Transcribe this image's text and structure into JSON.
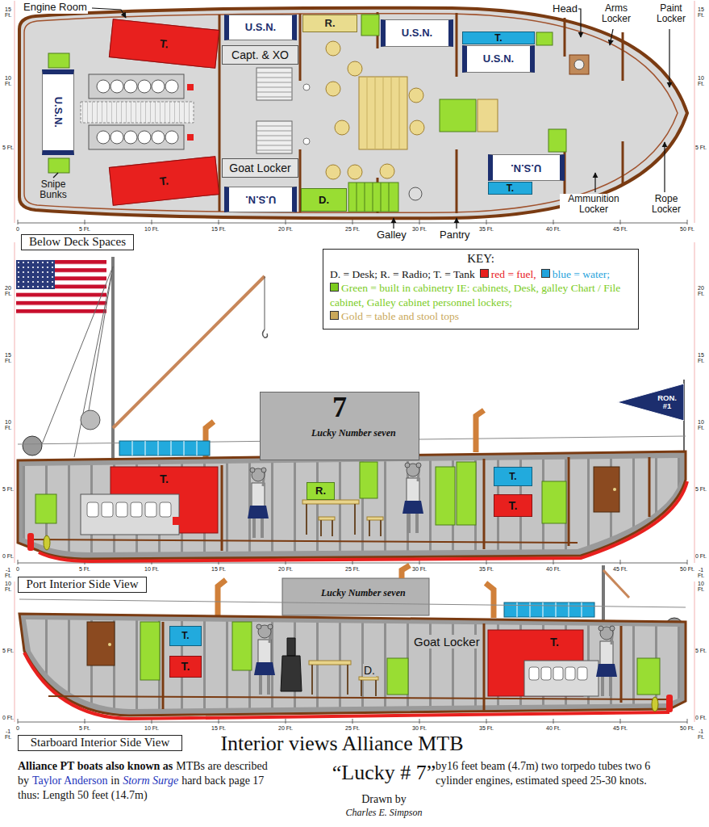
{
  "diagram": {
    "title": "Interior views Alliance MTB",
    "nodes": [
      {
        "text": [
          "U.S.N."
        ]
      },
      {
        "text": [
          "T."
        ]
      },
      {
        "text": [
          "U.S.N."
        ]
      },
      {
        "text": [
          "Capt. & XO"
        ]
      },
      {
        "text": [
          "R."
        ]
      },
      {
        "text": [
          "U.S.N."
        ]
      },
      {
        "text": [
          "T."
        ]
      },
      {
        "text": [
          "U.S.N."
        ]
      },
      {
        "text": [
          "Goat Locker"
        ]
      },
      {
        "text": [
          "T."
        ]
      },
      {
        "text": [
          "U.S.N."
        ]
      },
      {
        "text": [
          "D."
        ]
      },
      {
        "text": [
          "U.S.N."
        ]
      },
      {
        "text": [
          "T."
        ]
      },
      {
        "text": [
          "Below Deck Spaces"
        ]
      },
      {
        "text": [
          "KEY:",
          "D. = Desk; R. = Radio; T. = Tank"
        ]
      },
      {
        "text": [
          "RON. #1"
        ]
      },
      {
        "text": [
          "7"
        ]
      },
      {
        "text": [
          "T."
        ]
      },
      {
        "text": [
          "R."
        ]
      },
      {
        "text": [
          "T."
        ]
      },
      {
        "text": [
          "T."
        ]
      },
      {
        "text": [
          "Port Interior Side View"
        ]
      },
      {
        "text": [
          "T."
        ]
      },
      {
        "text": [
          "T."
        ]
      },
      {
        "text": [
          "T."
        ]
      },
      {
        "text": [
          "Starboard Interior Side View"
        ]
      }
    ],
    "labels": [
      "Engine Room",
      "Head",
      "Arms Locker",
      "Paint Locker",
      "Snipe Bunks",
      "Ammunition Locker",
      "Rope Locker",
      "Galley",
      "Pantry",
      "0",
      "5 Ft.",
      "10 Ft.",
      "15 Ft.",
      "20 Ft.",
      "25 Ft.",
      "30 Ft.",
      "35 Ft.",
      "40 Ft.",
      "45 Ft.",
      "50 Ft.",
      "15 Ft.",
      "10 Ft.",
      "5 Ft.",
      "15 Ft.",
      "10 Ft.",
      "5 Ft.",
      "Lucky Number seven",
      "0",
      "5 Ft.",
      "10 Ft.",
      "15 Ft.",
      "20 Ft.",
      "25 Ft.",
      "30 Ft.",
      "35 Ft.",
      "40 Ft.",
      "45 Ft.",
      "50 Ft.",
      "20 Ft.",
      "15 Ft.",
      "10 Ft.",
      "5 Ft.",
      "0 Ft.",
      "-1 Ft.",
      "20 Ft.",
      "15 Ft.",
      "10 Ft.",
      "5 Ft.",
      "0 Ft.",
      "-1 Ft.",
      "Lucky Number seven",
      "D.",
      "Goat Locker",
      "0",
      "5 Ft.",
      "10 Ft.",
      "15 Ft.",
      "20 Ft.",
      "25 Ft.",
      "30 Ft.",
      "35 Ft.",
      "40 Ft.",
      "45 Ft.",
      "50 Ft.",
      "10 Ft.",
      "5 Ft.",
      "0 Ft.",
      "-1 Ft.",
      "10 Ft.",
      "5 Ft.",
      "0 Ft.",
      "-1 Ft.",
      "“Lucky # 7”",
      "Drawn by",
      "Charles E. Simpson",
      "Alliance PT boats also known as",
      "MTBs are described by",
      "Taylor Anderson",
      "in",
      "Storm Surge",
      "hard back page 17 thus: Length 50 feet (14.7m)",
      "by16 feet beam (4.7m) two torpedo tubes two 6 cylinder engines, estimated speed 25-30 knots."
    ],
    "legend": [
      {
        "text": "red = fuel,",
        "color": "#e8201e"
      },
      {
        "text": "blue = water;",
        "color": "#1fa3dc"
      },
      {
        "text": "Green = built in cabinetry IE: cabinets, Desk, galley Chart / File cabinet, Galley cabinet personnel lockers;",
        "color": "#7ccc1e"
      },
      {
        "text": "Gold = table and stool tops",
        "color": "#c9a85a"
      }
    ]
  }
}
